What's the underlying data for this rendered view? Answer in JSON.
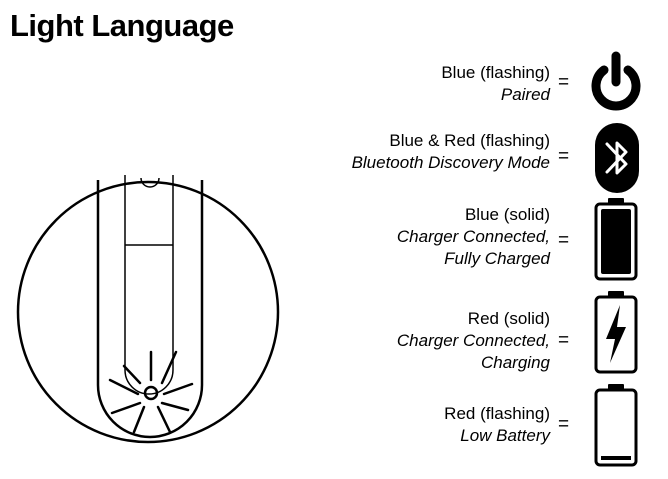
{
  "title": "Light Language",
  "equals": "=",
  "legend": [
    {
      "color_text": "Blue (flashing)",
      "meaning_lines": [
        "Paired"
      ],
      "icon": "power-icon"
    },
    {
      "color_text": "Blue & Red (flashing)",
      "meaning_lines": [
        "Bluetooth Discovery Mode"
      ],
      "icon": "bluetooth-icon"
    },
    {
      "color_text": "Blue (solid)",
      "meaning_lines": [
        "Charger Connected,",
        "Fully Charged"
      ],
      "icon": "battery-full-icon"
    },
    {
      "color_text": "Red (solid)",
      "meaning_lines": [
        "Charger Connected,",
        "Charging"
      ],
      "icon": "battery-charging-icon"
    },
    {
      "color_text": "Red (flashing)",
      "meaning_lines": [
        "Low Battery"
      ],
      "icon": "battery-empty-icon"
    }
  ]
}
